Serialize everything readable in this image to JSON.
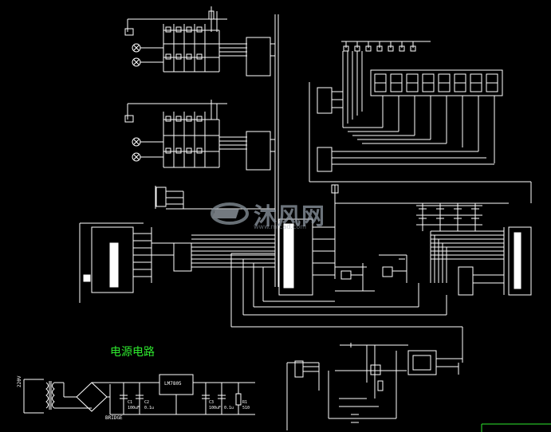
{
  "diagram": {
    "section_title": "电源电路",
    "watermark_text": "沐风网",
    "watermark_url": "www.mfcad.com",
    "regulator_label": "LM7805",
    "bridge_label": "BRIDGE",
    "transformer_label": "220V",
    "cap_labels": [
      "C1",
      "100uF",
      "C2",
      "0.1u",
      "C3",
      "100uF",
      "0.1u",
      "R1",
      "510"
    ],
    "colors": {
      "background": "#000000",
      "lines": "#ffffff",
      "title": "#2ee82e",
      "watermark": "#9aa2aa"
    }
  }
}
